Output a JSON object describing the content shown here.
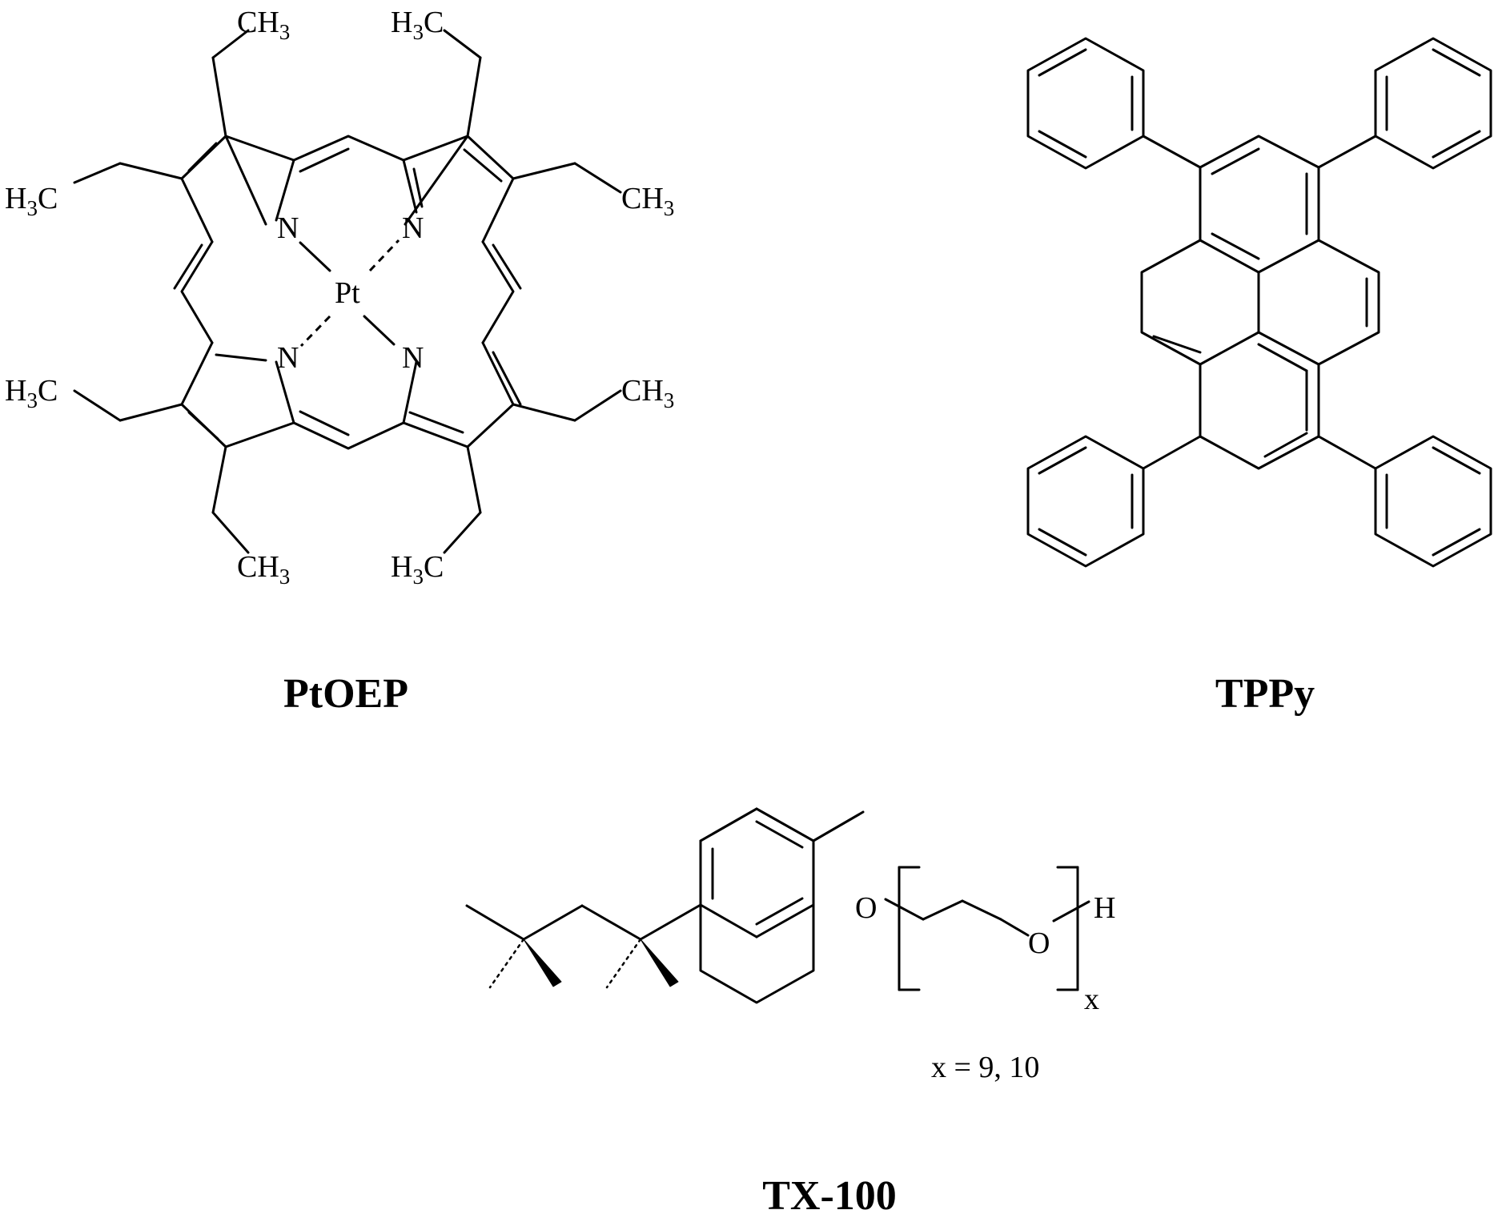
{
  "molecules": [
    {
      "name": "PtOEP",
      "center_atom": "Pt",
      "nitrogens": [
        "N",
        "N",
        "N",
        "N"
      ],
      "substituents": [
        {
          "pre": "CH",
          "sub": "3",
          "post": ""
        },
        {
          "pre": "H",
          "sub": "3",
          "post": "C"
        },
        {
          "pre": "H",
          "sub": "3",
          "post": "C"
        },
        {
          "pre": "CH",
          "sub": "3",
          "post": ""
        },
        {
          "pre": "H",
          "sub": "3",
          "post": "C"
        },
        {
          "pre": "CH",
          "sub": "3",
          "post": ""
        },
        {
          "pre": "CH",
          "sub": "3",
          "post": ""
        },
        {
          "pre": "H",
          "sub": "3",
          "post": "C"
        }
      ]
    },
    {
      "name": "TPPy"
    },
    {
      "name": "TX-100",
      "atoms": {
        "o1": "O",
        "o2": "O",
        "h": "H"
      },
      "repeat_subscript": "x",
      "note": "x = 9, 10"
    }
  ]
}
